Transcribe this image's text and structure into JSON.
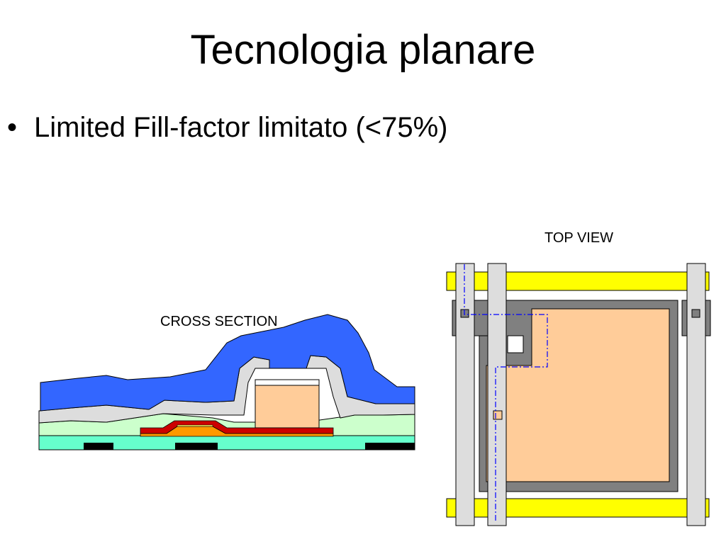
{
  "slide": {
    "title": "Tecnologia planare",
    "bullets": [
      {
        "marker": "•",
        "text": "Limited Fill-factor limitato (<75%)"
      }
    ]
  },
  "diagrams": {
    "cross_section": {
      "label": "CROSS SECTION"
    },
    "top_view": {
      "label": "TOP VIEW"
    }
  },
  "colors": {
    "passivation": "#3366ff",
    "insulator": "#dddddd",
    "dielectric": "#ccffcc",
    "substrate": "#66ffcc",
    "photodiode": "#ffcc99",
    "gate_line": "#ffff00",
    "data_line": "#dddddd",
    "bias_line": "#808080",
    "metal": "#000000",
    "semiconductor_red": "#cc0000",
    "semiconductor_orange": "#ff9900",
    "trace": "#0000ff"
  }
}
